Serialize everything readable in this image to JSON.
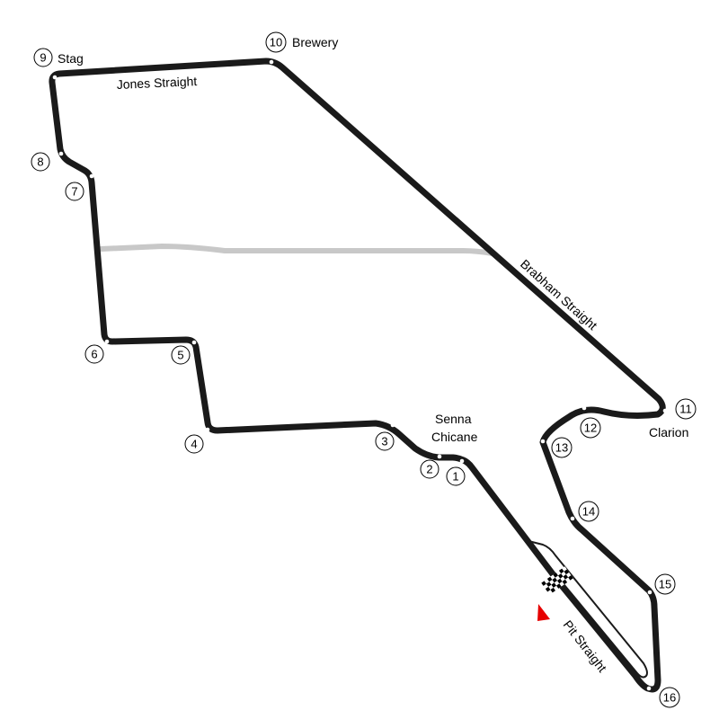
{
  "track": {
    "track_color": "#1a1a1a",
    "unused_road_color": "#c8c8c8",
    "pit_lane_color": "#1a1a1a",
    "start_marker_color": "#e60000",
    "finish_flag": "checkered-flag-icon"
  },
  "corners": [
    {
      "number": "1"
    },
    {
      "number": "2"
    },
    {
      "number": "3"
    },
    {
      "number": "4"
    },
    {
      "number": "5"
    },
    {
      "number": "6"
    },
    {
      "number": "7"
    },
    {
      "number": "8"
    },
    {
      "number": "9"
    },
    {
      "number": "10"
    },
    {
      "number": "11"
    },
    {
      "number": "12"
    },
    {
      "number": "13"
    },
    {
      "number": "14"
    },
    {
      "number": "15"
    },
    {
      "number": "16"
    }
  ],
  "labels": {
    "stag": "Stag",
    "brewery": "Brewery",
    "jones_straight": "Jones Straight",
    "brabham_straight": "Brabham Straight",
    "clarion": "Clarion",
    "senna_line1": "Senna",
    "senna_line2": "Chicane",
    "pit_straight": "Pit Straight"
  }
}
